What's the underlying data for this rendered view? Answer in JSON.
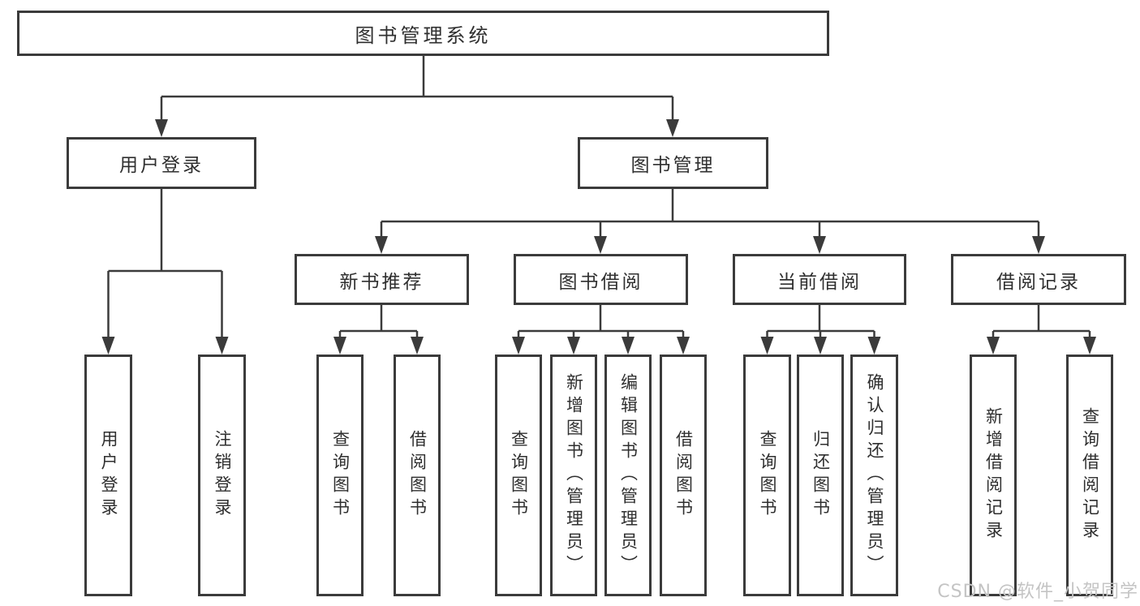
{
  "diagram": {
    "root": {
      "label": "图书管理系统"
    },
    "level2": [
      {
        "label": "用户登录",
        "children": [
          {
            "label": "用户登录"
          },
          {
            "label": "注销登录"
          }
        ]
      },
      {
        "label": "图书管理",
        "children": [
          {
            "label": "新书推荐",
            "children": [
              {
                "label": "查询图书"
              },
              {
                "label": "借阅图书"
              }
            ]
          },
          {
            "label": "图书借阅",
            "children": [
              {
                "label": "查询图书"
              },
              {
                "label": "新增图书（管理员）"
              },
              {
                "label": "编辑图书（管理员）"
              },
              {
                "label": "借阅图书"
              }
            ]
          },
          {
            "label": "当前借阅",
            "children": [
              {
                "label": "查询图书"
              },
              {
                "label": "归还图书"
              },
              {
                "label": "确认归还（管理员）"
              }
            ]
          },
          {
            "label": "借阅记录",
            "children": [
              {
                "label": "新增借阅记录"
              },
              {
                "label": "查询借阅记录"
              }
            ]
          }
        ]
      }
    ]
  },
  "watermark": {
    "text": "CSDN @软件_小贺同学"
  },
  "colors": {
    "line": "#3b3b3b",
    "text": "#2f2f2f",
    "watermark": "#c4c4c4",
    "background": "#ffffff"
  }
}
